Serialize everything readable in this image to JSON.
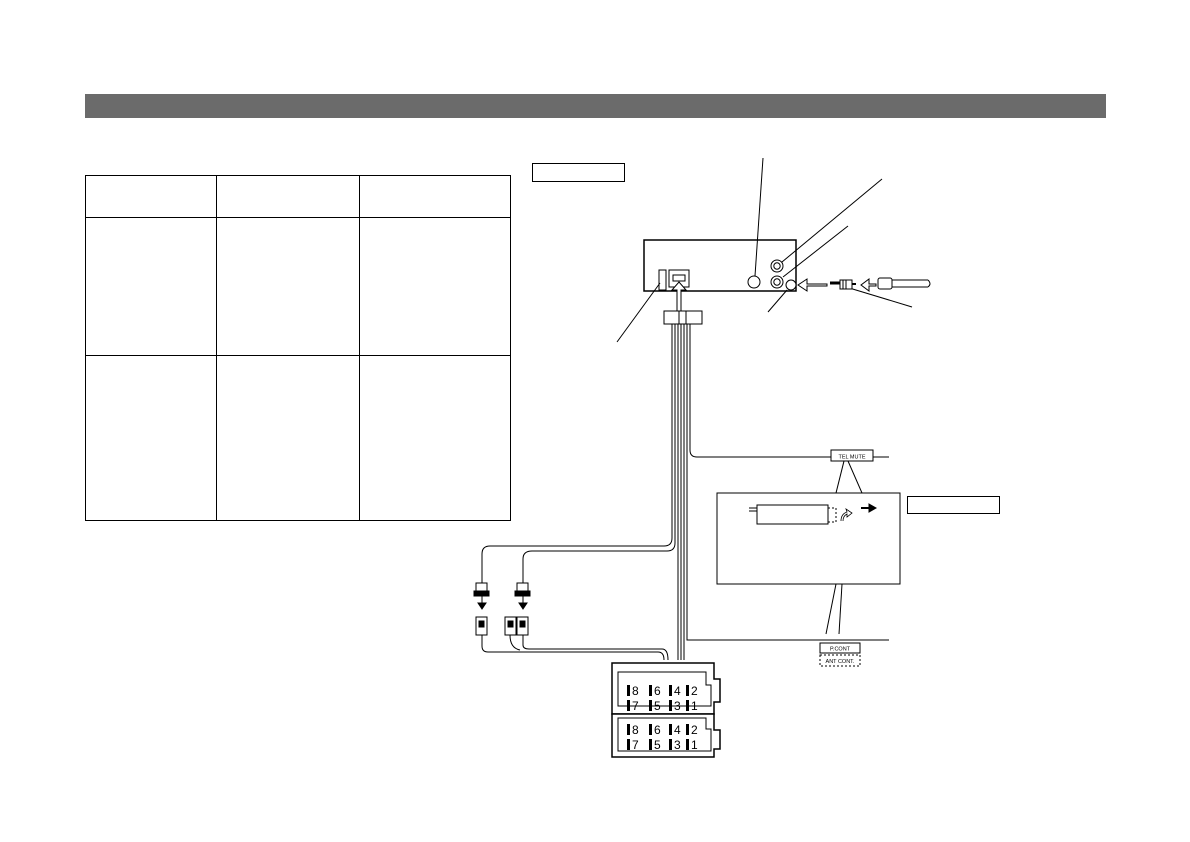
{
  "wire_labels": {
    "tel_mute": "TEL MUTE",
    "p_cont": "P.CONT",
    "ant_cont": "ANT CONT."
  },
  "iso_connector": {
    "upper_rows": [
      [
        "8",
        "6",
        "4",
        "2"
      ],
      [
        "7",
        "5",
        "3",
        "1"
      ]
    ],
    "lower_rows": [
      [
        "8",
        "6",
        "4",
        "2"
      ],
      [
        "7",
        "5",
        "3",
        "1"
      ]
    ]
  }
}
